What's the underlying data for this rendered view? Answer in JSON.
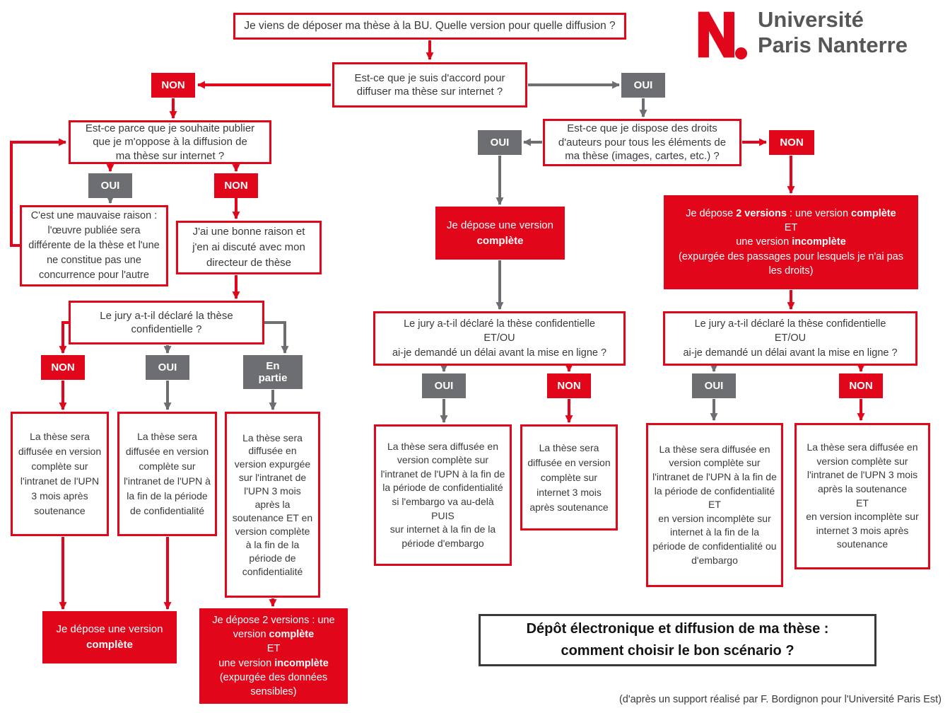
{
  "colors": {
    "red": "#e2061a",
    "gray": "#6d6e71",
    "text": "#3a3a3a"
  },
  "logo": {
    "line1": "Université",
    "line2": "Paris Nanterre"
  },
  "labels": {
    "oui": "OUI",
    "non": "NON",
    "en_partie": "En\npartie"
  },
  "nodes": {
    "start": "Je viens de déposer ma thèse à la BU. Quelle version pour quelle diffusion ?",
    "q_agree": "Est-ce que je suis d'accord pour\ndiffuser ma thèse sur internet ?",
    "q_publish": "Est-ce parce que je souhaite publier\nque je m'oppose à la diffusion de\nma thèse sur internet ?",
    "bad_reason": "C'est une mauvaise raison : l'œuvre publiée sera différente de la thèse et l'une ne constitue pas une concurrence pour l'autre",
    "good_reason": "J'ai une bonne raison et j'en ai discuté avec mon directeur de thèse",
    "q_jury_left": "Le jury a-t-il déclaré la thèse\nconfidentielle ?",
    "res_left_non": "La thèse sera diffusée en version complète sur l'intranet de l'UPN 3 mois après soutenance",
    "res_left_oui": "La thèse sera diffusée en version complète sur l'intranet de l'UPN à la fin de la période de confidentialité",
    "res_left_enpartie": "La thèse sera diffusée en version expurgée sur l'intranet de l'UPN  3 mois après la soutenance ET en version complète à la fin de la période de confidentialité",
    "dep_complete_left": {
      "line1": "Je dépose une version",
      "line2": "complète"
    },
    "dep_2v_left": {
      "s0": "Je dépose 2 versions : une version ",
      "s1": "complète",
      "s2": "\nET\nune version ",
      "s3": "incomplète",
      "s4": "\n(expurgée des données sensibles)"
    },
    "q_rights": "Est-ce que je dispose des droits\nd'auteurs pour tous les éléments de\nma thèse (images, cartes, etc.) ?",
    "dep_complete_center": {
      "line1": "Je dépose une version",
      "line2": "complète"
    },
    "q_jury_center": "Le jury a-t-il déclaré la thèse confidentielle\nET/OU\nai-je demandé un délai avant la mise en ligne ?",
    "res_center_oui": "La thèse sera diffusée en version complète sur l'intranet de l'UPN  à la fin de la période de confidentialité si l'embargo va au-delà\nPUIS\nsur internet à la fin de la période d'embargo",
    "res_center_non": "La thèse sera diffusée en version complète sur internet 3 mois après soutenance",
    "dep_2v_right": {
      "s0": "Je dépose ",
      "s1": "2 versions",
      "s2": " : une version ",
      "s3": "complète",
      "s4": "\nET\nune version ",
      "s5": "incomplète",
      "s6": "\n(expurgée des passages pour lesquels je n'ai pas les droits)"
    },
    "q_jury_right": "Le jury a-t-il déclaré la thèse confidentielle\nET/OU\nai-je demandé un délai avant la mise en ligne ?",
    "res_right_oui": "La thèse sera diffusée en version complète sur l'intranet de l'UPN  à la fin de la période de confidentialité\nET\nen version incomplète sur internet à la fin de la période de confidentialité ou d'embargo",
    "res_right_non": "La thèse sera diffusée en version complète sur l'intranet de l'UPN  3 mois après la soutenance\nET\nen version incomplète sur internet 3 mois après soutenance"
  },
  "title_box": {
    "line1": "Dépôt électronique et diffusion de ma thèse :",
    "line2": "comment choisir le bon scénario ?"
  },
  "credit": "(d'après un support réalisé par F. Bordignon pour l'Université Paris Est)"
}
